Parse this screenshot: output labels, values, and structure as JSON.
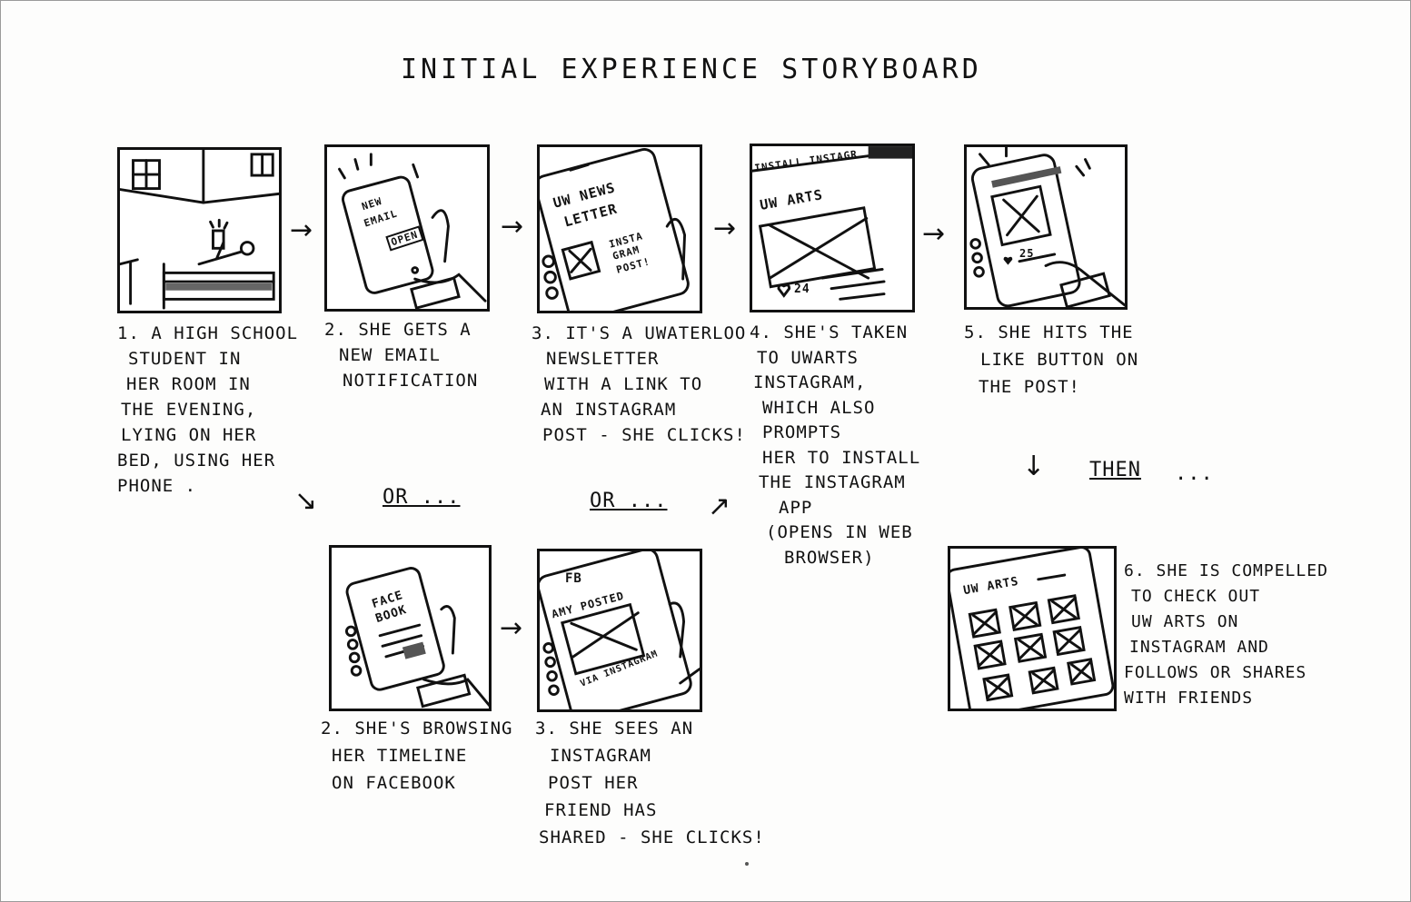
{
  "title": "INITIAL EXPERIENCE STORYBOARD",
  "panel_labels": {
    "p2_line1": "NEW",
    "p2_line2": "EMAIL",
    "p2_button": "OPEN",
    "p3_line1": "UW NEWS",
    "p3_line2": "LETTER",
    "p3_link1": "INSTA",
    "p3_link2": "GRAM",
    "p3_link3": "POST!",
    "p4_banner": "INSTALL INSTAGR",
    "p4_account": "UW ARTS",
    "p4_likes": "24",
    "p5_likes": "25",
    "p2b_line1": "FACE",
    "p2b_line2": "BOOK",
    "p3b_header": "FB",
    "p3b_posted": "AMY POSTED",
    "p3b_via": "VIA INSTAGRAM",
    "p6_account": "UW ARTS"
  },
  "captions": {
    "c1": [
      "1. A HIGH SCHOOL",
      "STUDENT IN",
      "HER ROOM IN",
      "THE EVENING,",
      "LYING ON HER",
      "BED, USING HER",
      "PHONE ."
    ],
    "c2": [
      "2. SHE GETS A",
      "NEW EMAIL",
      "NOTIFICATION"
    ],
    "c3": [
      "3. IT'S A UWATERLOO",
      "NEWSLETTER",
      "WITH A LINK TO",
      "AN INSTAGRAM",
      "POST - SHE CLICKS!"
    ],
    "c4": [
      "4. SHE'S TAKEN",
      "TO UWARTS",
      "INSTAGRAM,",
      "WHICH ALSO",
      "PROMPTS",
      "HER TO INSTALL",
      "THE INSTAGRAM",
      "APP",
      "(OPENS IN WEB",
      "BROWSER)"
    ],
    "c5": [
      "5. SHE HITS THE",
      "LIKE BUTTON ON",
      "THE POST!"
    ],
    "c2b": [
      "2. SHE'S BROWSING",
      "HER TIMELINE",
      "ON FACEBOOK"
    ],
    "c3b": [
      "3. SHE SEES AN",
      "INSTAGRAM",
      "POST HER",
      "FRIEND HAS",
      "SHARED - SHE CLICKS!"
    ],
    "c6": [
      "6. SHE IS COMPELLED",
      "TO CHECK OUT",
      "UW ARTS ON",
      "INSTAGRAM AND",
      "FOLLOWS OR SHARES",
      "WITH FRIENDS"
    ]
  },
  "connectors": {
    "or_1": "OR ...",
    "or_2": "OR ...",
    "then_word": "THEN",
    "then_dots": "...",
    "arrow_right": "→",
    "arrow_down": "↓",
    "arrow_down_right": "↘",
    "arrow_up_right": "↗"
  }
}
